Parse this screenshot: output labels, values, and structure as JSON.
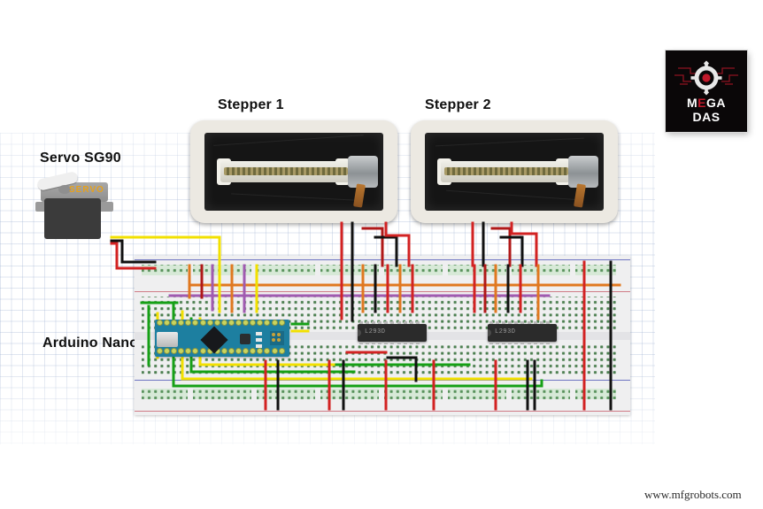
{
  "page": {
    "background": "#ffffff",
    "watermark": "www.mfgrobots.com"
  },
  "logo": {
    "name": "mega-das-logo",
    "line1_left": "M",
    "line1_accent": "E",
    "line1_right": "GA",
    "line2": "DAS",
    "background": "#0a0708",
    "accent_color": "#c0182a",
    "text_color": "#ffffff",
    "icon": "gear-icon"
  },
  "labels": {
    "stepper1": "Stepper 1",
    "stepper2": "Stepper 2",
    "servo": "Servo SG90",
    "arduino": "Arduino Nano",
    "driver1": "L293D",
    "driver2": "L293D"
  },
  "components": {
    "servo": {
      "name": "servo-sg90",
      "body_text": "SERVO",
      "body_color": "#3b3b3b",
      "text_color": "#e6a11c",
      "wires": [
        "yellow",
        "red",
        "black"
      ]
    },
    "stepper1": {
      "name": "stepper-motor-1",
      "type": "linear lead-screw stepper photo",
      "frame_color": "#ece9e2"
    },
    "stepper2": {
      "name": "stepper-motor-2",
      "type": "linear lead-screw stepper photo",
      "frame_color": "#ece9e2"
    },
    "nano": {
      "name": "arduino-nano",
      "board_color": "#1d7fa0",
      "pin_color": "#c8d45f"
    },
    "driver_chip_1": {
      "name": "l293d-chip-1",
      "printed_text": "L293D",
      "package": "DIP-16",
      "body_color": "#2b2b2b"
    },
    "driver_chip_2": {
      "name": "l293d-chip-2",
      "printed_text": "L293D",
      "package": "DIP-16",
      "body_color": "#2b2b2b"
    },
    "breadboard": {
      "name": "breadboard",
      "body_color": "#efeff0",
      "rail_positive": "#d07b86",
      "rail_negative": "#6e74c2",
      "hole_color": "#2f6b34"
    }
  },
  "wire_colors": {
    "power_positive": "#d22222",
    "power_ground": "#111111",
    "signal_orange": "#e07820",
    "signal_purple": "#a05ab0",
    "signal_green": "#16a016",
    "signal_yellow": "#f2e000",
    "signal_darkred": "#b01818"
  }
}
